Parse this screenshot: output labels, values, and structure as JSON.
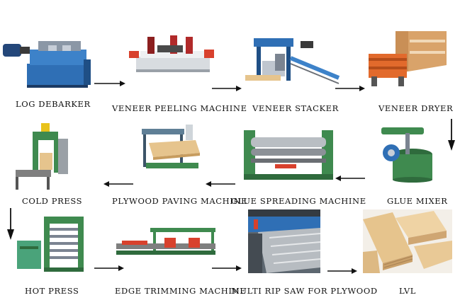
{
  "steps": [
    {
      "id": "log-debarker",
      "label": "LOG DEBARKER"
    },
    {
      "id": "veneer-peeling-machine",
      "label": "VENEER PEELING MACHINE"
    },
    {
      "id": "veneer-stacker",
      "label": "VENEER STACKER"
    },
    {
      "id": "veneer-dryer",
      "label": "VENEER DRYER"
    },
    {
      "id": "glue-mixer",
      "label": "GLUE MIXER"
    },
    {
      "id": "glue-spreading-machine",
      "label": "GLUE SPREADING MACHINE"
    },
    {
      "id": "plywood-paving-machine",
      "label": "PLYWOOD PAVING MACHINE"
    },
    {
      "id": "cold-press",
      "label": "COLD PRESS"
    },
    {
      "id": "hot-press",
      "label": "HOT PRESS"
    },
    {
      "id": "edge-trimming-machine",
      "label": "EDGE TRIMMING MACHINE"
    },
    {
      "id": "multi-rip-saw",
      "label": "MULTI RIP SAW FOR PLYWOOD"
    },
    {
      "id": "lvl",
      "label": "LVL"
    }
  ],
  "colors": {
    "machine_blue": "#2f6fb5",
    "machine_red": "#d8412d",
    "machine_green": "#3f8a4f",
    "wood": "#e6c48d",
    "arrow": "#111111"
  }
}
